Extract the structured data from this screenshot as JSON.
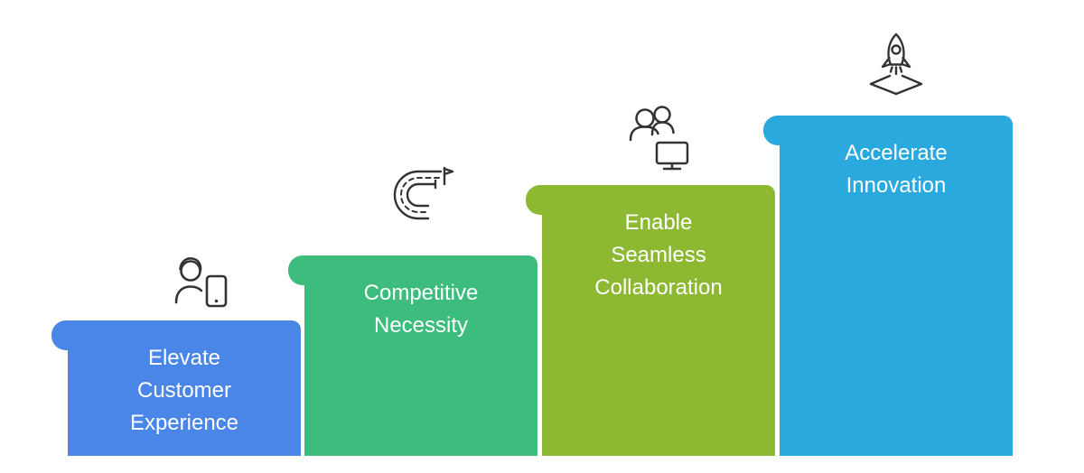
{
  "background": "#ffffff",
  "text_color": "#ffffff",
  "icon_stroke": "#333333",
  "steps": [
    {
      "label": "Elevate\nCustomer\nExperience",
      "color": "#4a86e8",
      "icon": "support-agent-tablet-icon"
    },
    {
      "label": "Competitive\nNecessity",
      "color": "#3dbd7d",
      "icon": "roadmap-track-icon"
    },
    {
      "label": "Enable\nSeamless\nCollaboration",
      "color": "#8db832",
      "icon": "team-collaboration-monitor-icon"
    },
    {
      "label": "Accelerate\nInnovation",
      "color": "#2aa9df",
      "icon": "rocket-launch-icon"
    }
  ]
}
